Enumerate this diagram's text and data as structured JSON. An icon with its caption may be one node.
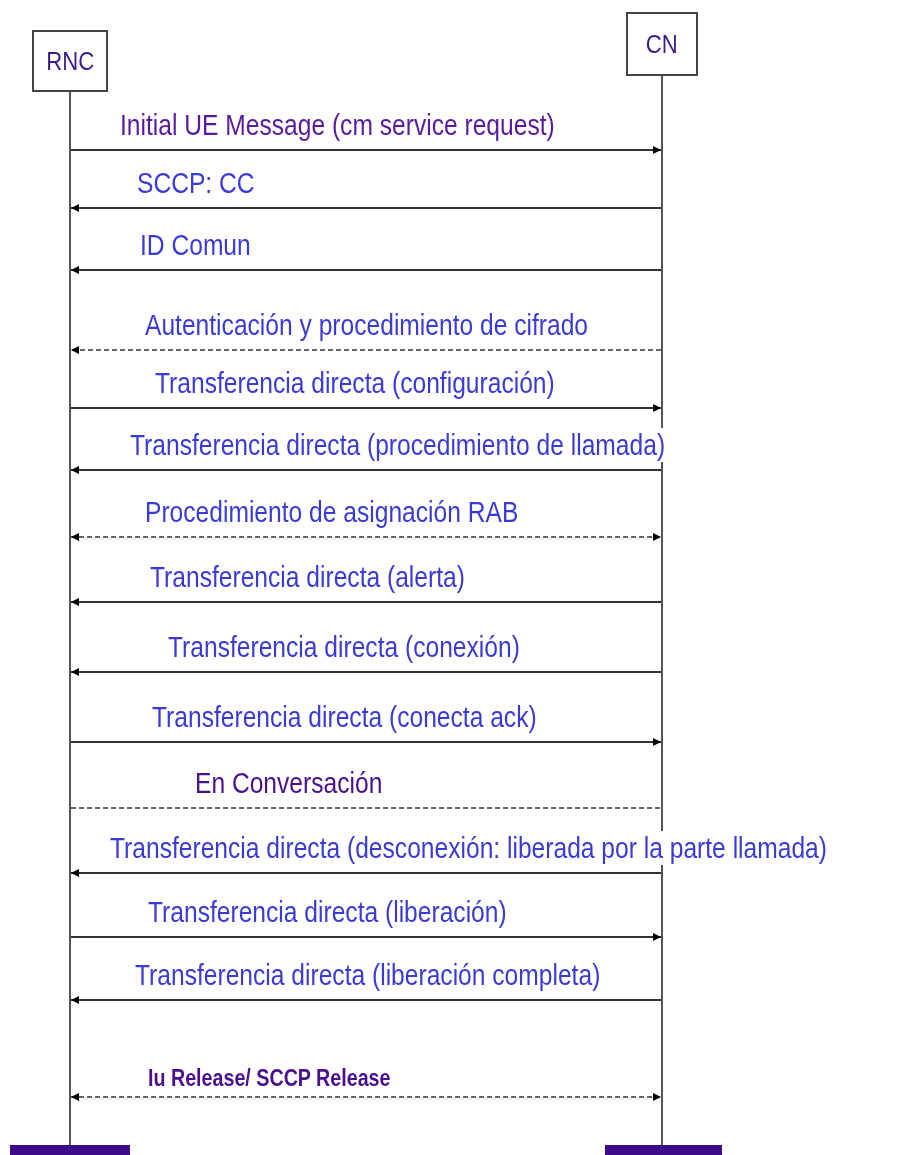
{
  "diagram": {
    "nodes": [
      {
        "text": [
          "RNC"
        ]
      },
      {
        "text": [
          "CN"
        ]
      }
    ],
    "edges": [
      {
        "from": 0,
        "to": 1,
        "arrow": "to",
        "label": "Initial UE Message (cm service request)"
      },
      {
        "from": 1,
        "to": 0,
        "arrow": "to",
        "label": "SCCP: CC"
      },
      {
        "from": 1,
        "to": 0,
        "arrow": "to",
        "label": "ID Comun"
      },
      {
        "from": 1,
        "to": 0,
        "arrow": "to",
        "label": "Autenticación y procedimiento de cifrado",
        "style": "dashed"
      },
      {
        "from": 0,
        "to": 1,
        "arrow": "to",
        "label": "Transferencia directa (configuración)"
      },
      {
        "from": 1,
        "to": 0,
        "arrow": "to",
        "label": "Transferencia directa (procedimiento de llamada)"
      },
      {
        "from": 0,
        "to": 1,
        "arrow": "both",
        "label": "Procedimiento de asignación RAB",
        "style": "dashed"
      },
      {
        "from": 1,
        "to": 0,
        "arrow": "to",
        "label": "Transferencia directa (alerta)"
      },
      {
        "from": 1,
        "to": 0,
        "arrow": "to",
        "label": "Transferencia directa (conexión)"
      },
      {
        "from": 0,
        "to": 1,
        "arrow": "to",
        "label": "Transferencia directa (conecta ack)"
      },
      {
        "from": 0,
        "to": 1,
        "arrow": "none",
        "label": "En Conversación",
        "style": "dashed"
      },
      {
        "from": 1,
        "to": 0,
        "arrow": "to",
        "label": "Transferencia directa (desconexión: liberada por la parte llamada)"
      },
      {
        "from": 0,
        "to": 1,
        "arrow": "to",
        "label": "Transferencia directa (liberación)"
      },
      {
        "from": 1,
        "to": 0,
        "arrow": "to",
        "label": "Transferencia directa (liberación completa)"
      },
      {
        "from": 0,
        "to": 1,
        "arrow": "both",
        "label": "Iu Release/ SCCP Release",
        "style": "dashed"
      }
    ]
  }
}
